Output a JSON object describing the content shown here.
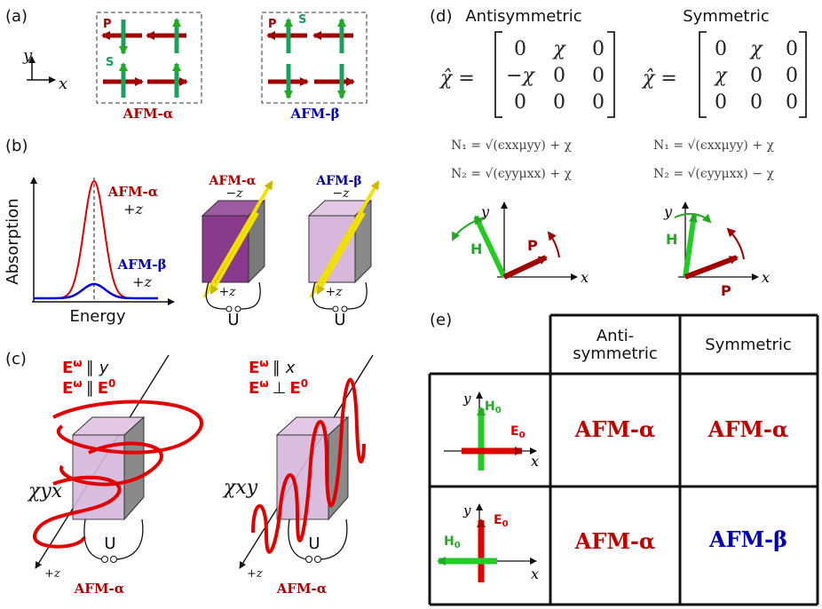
{
  "colors": {
    "red": "#e00000",
    "darkred": "#b00000",
    "blue": "#0000b4",
    "green": "#1aa05a",
    "brightgreen": "#22cc22",
    "yellow": "#f2e000",
    "purple": "#8a3a8c",
    "lightpurple": "#d7b8dc"
  },
  "panel_a": {
    "label": "(a)",
    "axis_y": "y",
    "axis_x": "x",
    "p": "P",
    "s": "S",
    "alpha": "AFM-α",
    "beta": "AFM-β"
  },
  "panel_b": {
    "label": "(b)",
    "ylabel": "Absorption",
    "xlabel": "Energy",
    "alpha": "AFM-α",
    "alpha_dir": "+z",
    "beta": "AFM-β",
    "beta_dir": "+z",
    "cube1_title": "AFM-α",
    "cube2_title": "AFM-β",
    "minus_z": "−z",
    "plus_z": "+z",
    "U": "U"
  },
  "panel_c": {
    "label": "(c)",
    "l1a": "E",
    "l1a_sup": "ω",
    "l1b": "∥",
    "l1c": "y",
    "l2a": "E",
    "l2a_sup": "ω",
    "l2b": "∥",
    "l2c": "E",
    "l2c_sup": "0",
    "r1a": "E",
    "r1a_sup": "ω",
    "r1b": "∥",
    "r1c": "x",
    "r2a": "E",
    "r2a_sup": "ω",
    "r2b": "⊥",
    "r2c": "E",
    "r2c_sup": "0",
    "chi_left": "χyx",
    "chi_right": "χxy",
    "z": "+z",
    "U": "U",
    "caption": "AFM-α"
  },
  "panel_d": {
    "label": "(d)",
    "anti_title": "Antisymmetric",
    "sym_title": "Symmetric",
    "chi_hat": "χ̂ =",
    "anti_rows": [
      [
        "0",
        "χ",
        "0"
      ],
      [
        "−χ",
        "0",
        "0"
      ],
      [
        "0",
        "0",
        "0"
      ]
    ],
    "sym_rows": [
      [
        "0",
        "χ",
        "0"
      ],
      [
        "χ",
        "0",
        "0"
      ],
      [
        "0",
        "0",
        "0"
      ]
    ],
    "anti_n1": "N₁ = √(ϵxxμyy) + χ",
    "anti_n2": "N₂ = √(ϵyyμxx) + χ",
    "sym_n1": "N₁ = √(ϵxxμyy) + χ",
    "sym_n2": "N₂ = √(ϵyyμxx) − χ",
    "H": "H",
    "P": "P",
    "x": "x",
    "y": "y"
  },
  "panel_e": {
    "label": "(e)",
    "col1": [
      "Anti-",
      "symmetric"
    ],
    "col2": "Symmetric",
    "H0": "H",
    "E0": "E",
    "sub0": "0",
    "x": "x",
    "y": "y",
    "r1c1": "AFM-α",
    "r1c2": "AFM-α",
    "r2c1": "AFM-α",
    "r2c2": "AFM-β"
  }
}
